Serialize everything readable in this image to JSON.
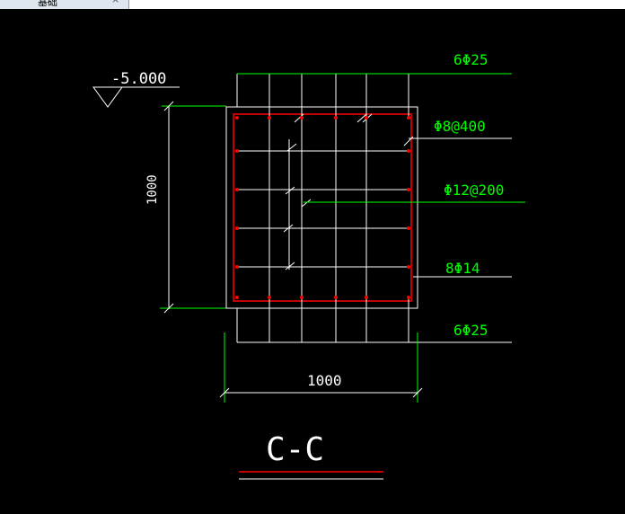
{
  "window": {
    "tab_title": "基础",
    "close_glyph": "×"
  },
  "drawing": {
    "elevation": "-5.000",
    "height_dim": "1000",
    "width_dim": "1000",
    "rebar_top": "6Φ25",
    "stirrup": "Φ8@400",
    "tie_bars": "Φ12@200",
    "side_bars": "8Φ14",
    "rebar_bottom": "6Φ25",
    "section_title": "C-C"
  },
  "colors": {
    "line": "#ffffff",
    "green": "#00ff00",
    "red": "#ff0000",
    "background": "#000000"
  }
}
